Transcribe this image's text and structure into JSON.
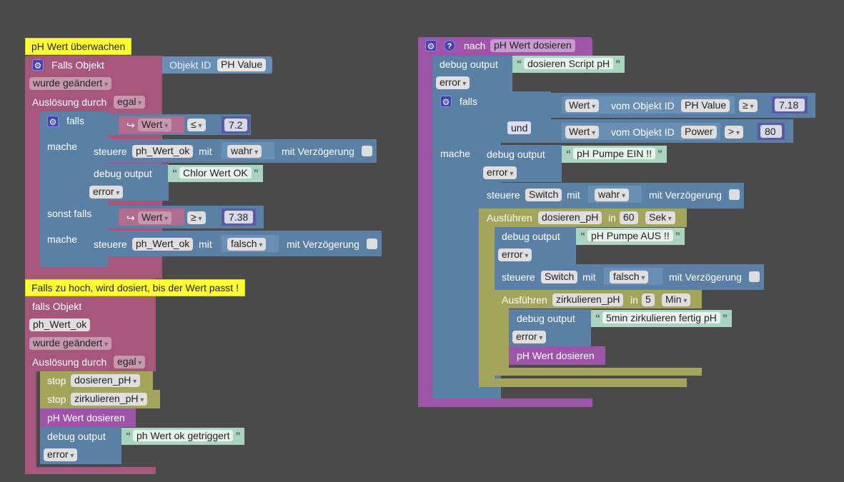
{
  "left_script": {
    "hat_title": "pH Wert überwachen",
    "trigger1": {
      "label": "Falls Objekt",
      "objid_label": "Objekt ID",
      "objid_value": "PH Value",
      "change": "wurde geändert",
      "trigger_label": "Auslösung durch",
      "trigger_value": "egal"
    },
    "if_block": {
      "if_label": "falls",
      "then_label": "mache",
      "else_if_label": "sonst falls",
      "then2_label": "mache",
      "cond1": {
        "var": "Wert",
        "op": "≤",
        "num": "7.2"
      },
      "cond2": {
        "var": "Wert",
        "op": "≥",
        "num": "7.38"
      },
      "set1": {
        "label": "steuere",
        "target": "ph_Wert_ok",
        "with": "mit",
        "value": "wahr",
        "delay": "mit Verzögerung"
      },
      "debug1": {
        "label": "debug output",
        "text": "Chlor Wert OK",
        "level": "error"
      },
      "set2": {
        "label": "steuere",
        "target": "ph_Wert_ok",
        "with": "mit",
        "value": "falsch",
        "delay": "mit Verzögerung"
      }
    },
    "comment2": "Falls zu hoch, wird dosiert, bis der Wert passt !",
    "trigger2": {
      "label": "falls Objekt",
      "object": "ph_Wert_ok",
      "change": "wurde geändert",
      "trigger_label": "Auslösung durch",
      "trigger_value": "egal"
    },
    "stop1": {
      "label": "stop",
      "value": "dosieren_pH"
    },
    "stop2": {
      "label": "stop",
      "value": "zirkulieren_pH"
    },
    "call": "pH Wert dosieren",
    "debug2": {
      "label": "debug output",
      "text": "ph Wert ok getriggert",
      "level": "error"
    }
  },
  "right_script": {
    "func_label": "nach",
    "func_name": "pH Wert dosieren",
    "help_icon": "?",
    "debug0": {
      "label": "debug output",
      "text": "dosieren Script pH",
      "level": "error"
    },
    "if_label": "falls",
    "and_label": "und",
    "then_label": "mache",
    "cond1": {
      "var": "Wert",
      "of": "vom Objekt ID",
      "obj": "PH Value",
      "op": "≥",
      "num": "7.18"
    },
    "cond2": {
      "var": "Wert",
      "of": "vom Objekt ID",
      "obj": "Power",
      "op": ">",
      "num": "80"
    },
    "debug1": {
      "label": "debug output",
      "text": "pH Pumpe EIN !!",
      "level": "error"
    },
    "set1": {
      "label": "steuere",
      "target": "Switch",
      "with": "mit",
      "value": "wahr",
      "delay": "mit Verzögerung"
    },
    "timer1": {
      "label": "Ausführen",
      "name": "dosieren_pH",
      "in": "in",
      "num": "60",
      "unit": "Sek"
    },
    "debug2": {
      "label": "debug output",
      "text": "pH Pumpe AUS !!",
      "level": "error"
    },
    "set2": {
      "label": "steuere",
      "target": "Switch",
      "with": "mit",
      "value": "falsch",
      "delay": "mit Verzögerung"
    },
    "timer2": {
      "label": "Ausführen",
      "name": "zirkulieren_pH",
      "in": "in",
      "num": "5",
      "unit": "Min"
    },
    "debug3": {
      "label": "debug output",
      "text": "5min zirkulieren fertig pH",
      "level": "error"
    },
    "call": "pH Wert dosieren"
  },
  "colors": {
    "workspace": "#4a4a4a",
    "event": "#a5567a",
    "logic": "#5b80a5",
    "timer": "#a2a55a",
    "function": "#9e54a8",
    "comment": "#ffff33"
  }
}
